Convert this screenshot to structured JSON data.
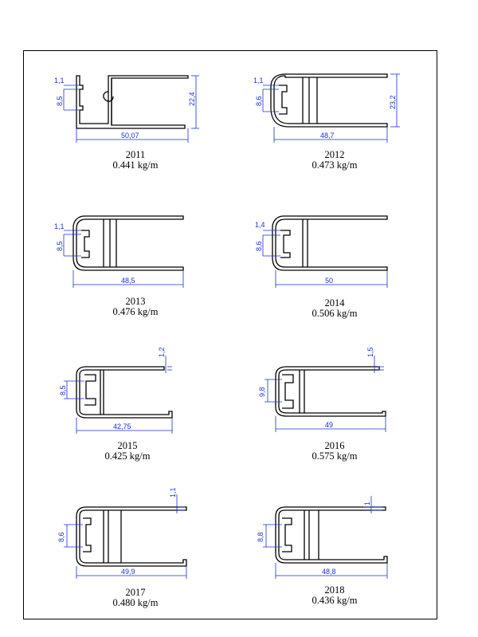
{
  "profiles": [
    {
      "code": "2011",
      "weight": "0.441 kg/m",
      "width": "50,07",
      "height": "22,4",
      "lip": "1,1",
      "slot": "8,5"
    },
    {
      "code": "2012",
      "weight": "0.473 kg/m",
      "width": "48,7",
      "height": "23,2",
      "lip": "1,1",
      "slot": "8,6"
    },
    {
      "code": "2013",
      "weight": "0.476 kg/m",
      "width": "48,5",
      "lip": "1,1",
      "slot": "8,5"
    },
    {
      "code": "2014",
      "weight": "0.506 kg/m",
      "width": "50",
      "lip": "1,4",
      "slot": "8,6"
    },
    {
      "code": "2015",
      "weight": "0.425 kg/m",
      "width": "42,75",
      "wall": "1,2",
      "slot": "8,5"
    },
    {
      "code": "2016",
      "weight": "0.575 kg/m",
      "width": "49",
      "wall": "1,5",
      "slot": "9,8"
    },
    {
      "code": "2017",
      "weight": "0.480 kg/m",
      "width": "49,9",
      "wall": "1,1",
      "slot": "8,6"
    },
    {
      "code": "2018",
      "weight": "0.436 kg/m",
      "width": "48,8",
      "wall": "1",
      "slot": "8,8"
    }
  ],
  "colors": {
    "outline": "#000000",
    "dimension": "#1a2fd6"
  }
}
